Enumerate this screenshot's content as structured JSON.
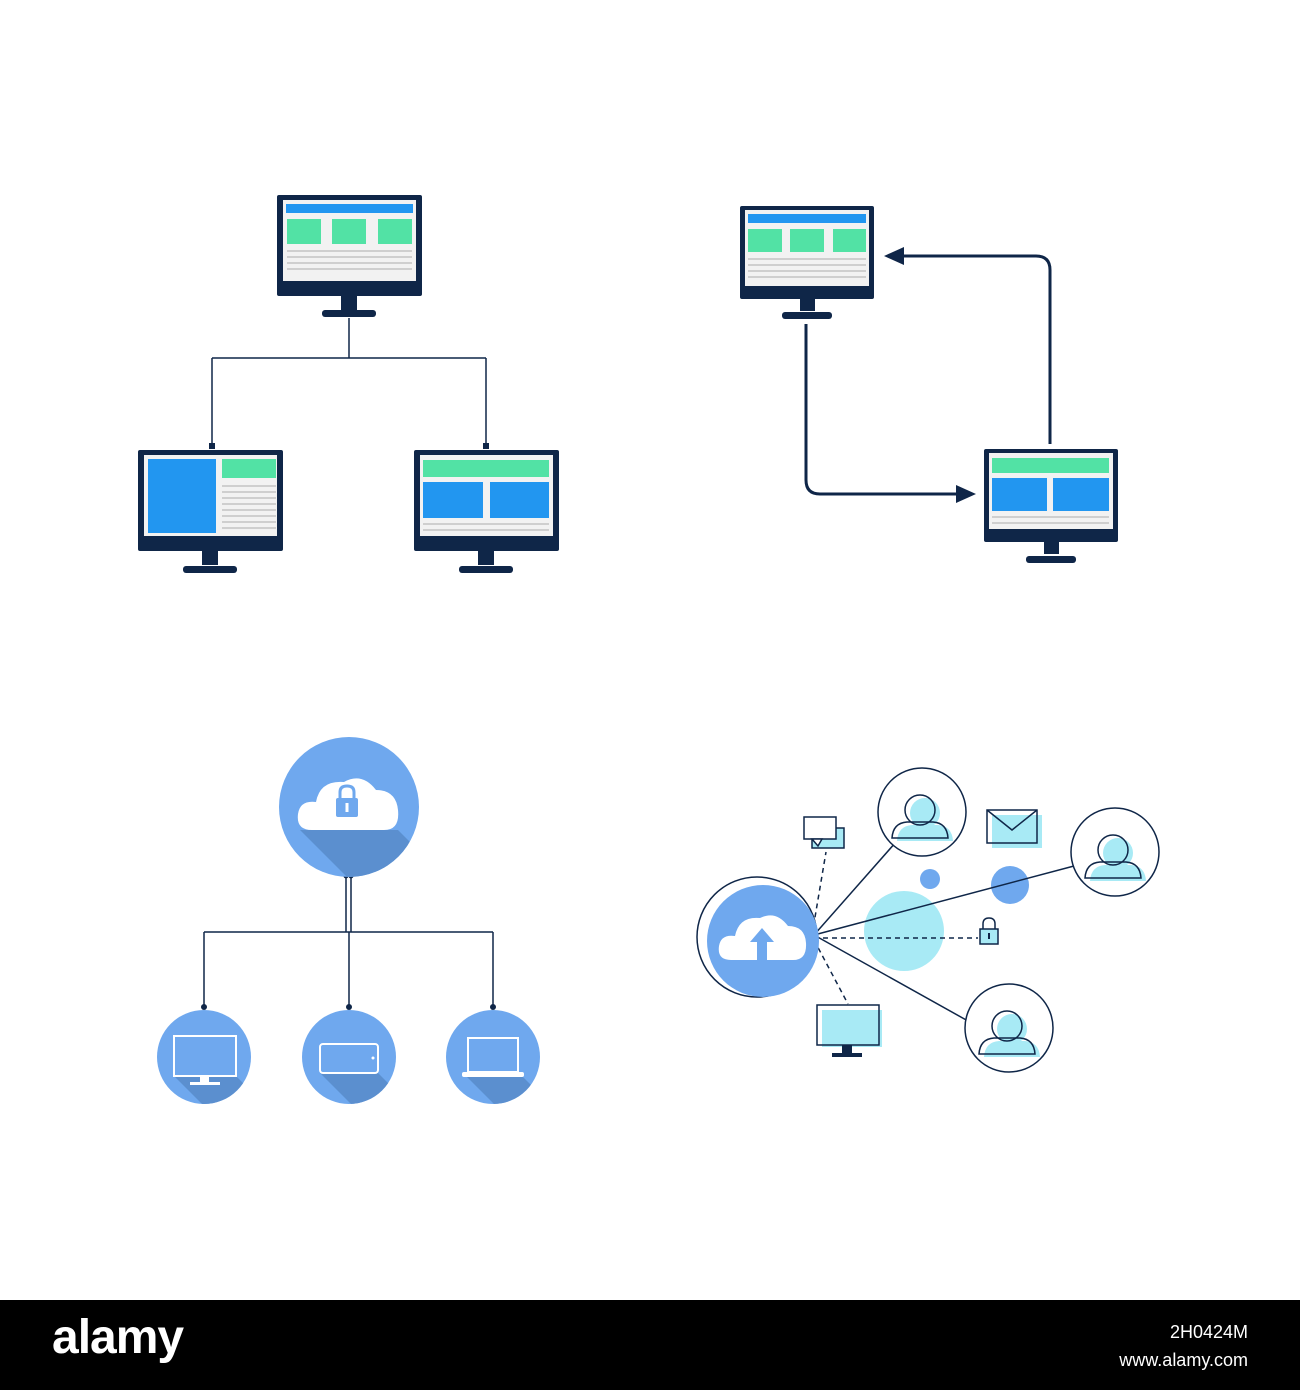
{
  "footer": {
    "logo_text": "alamy",
    "image_id": "2H0424M",
    "site": "www.alamy.com"
  },
  "colors": {
    "background": "#ffffff",
    "dark_navy": "#0f2648",
    "accent_blue": "#2296f0",
    "accent_green": "#52e2a5",
    "screen_gray": "#f2f2f2",
    "circle_blue": "#6fa8ee",
    "shadow_blue": "#5b8fcf",
    "light_cyan": "#a8eaf5",
    "footer_bg": "#000000"
  },
  "diagrams": [
    {
      "name": "hierarchy-network",
      "icons": [
        "monitor-icon",
        "monitor-icon",
        "monitor-icon"
      ]
    },
    {
      "name": "sync-loop",
      "icons": [
        "monitor-icon",
        "monitor-icon",
        "arrow-icon"
      ]
    },
    {
      "name": "cloud-distribution",
      "icons": [
        "cloud-lock-icon",
        "desktop-icon",
        "tablet-icon",
        "laptop-icon"
      ]
    },
    {
      "name": "cloud-share-network",
      "icons": [
        "cloud-upload-icon",
        "user-icon",
        "user-icon",
        "user-icon",
        "chat-icon",
        "mail-icon",
        "lock-icon",
        "monitor-icon"
      ]
    }
  ]
}
